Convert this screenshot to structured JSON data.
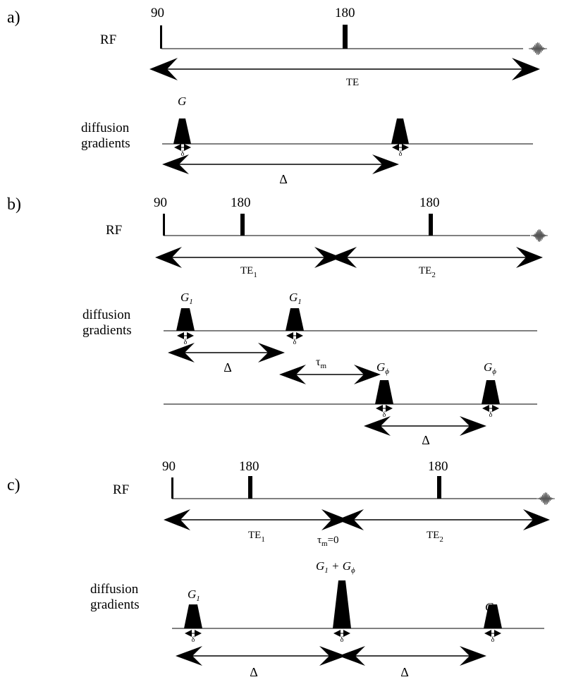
{
  "panel_labels": [
    "a)",
    "b)",
    "c)"
  ],
  "rf_label": "RF",
  "gradient_label_line1": "diffusion",
  "gradient_label_line2": "gradients",
  "pulse_90": "90",
  "pulse_180": "180",
  "te_label": "TE",
  "te_base": "TE",
  "te1_sub": "1",
  "te2_sub": "2",
  "g_label": "G",
  "g1_label": "G",
  "g1_sub": "1",
  "gphi_label": "G",
  "gphi_sub": "ϕ",
  "gsum_plus": " + G",
  "delta_small": "δ",
  "delta_big": "Δ",
  "tau_base": "τ",
  "tau_sub": "m",
  "tau_zero": "=0"
}
